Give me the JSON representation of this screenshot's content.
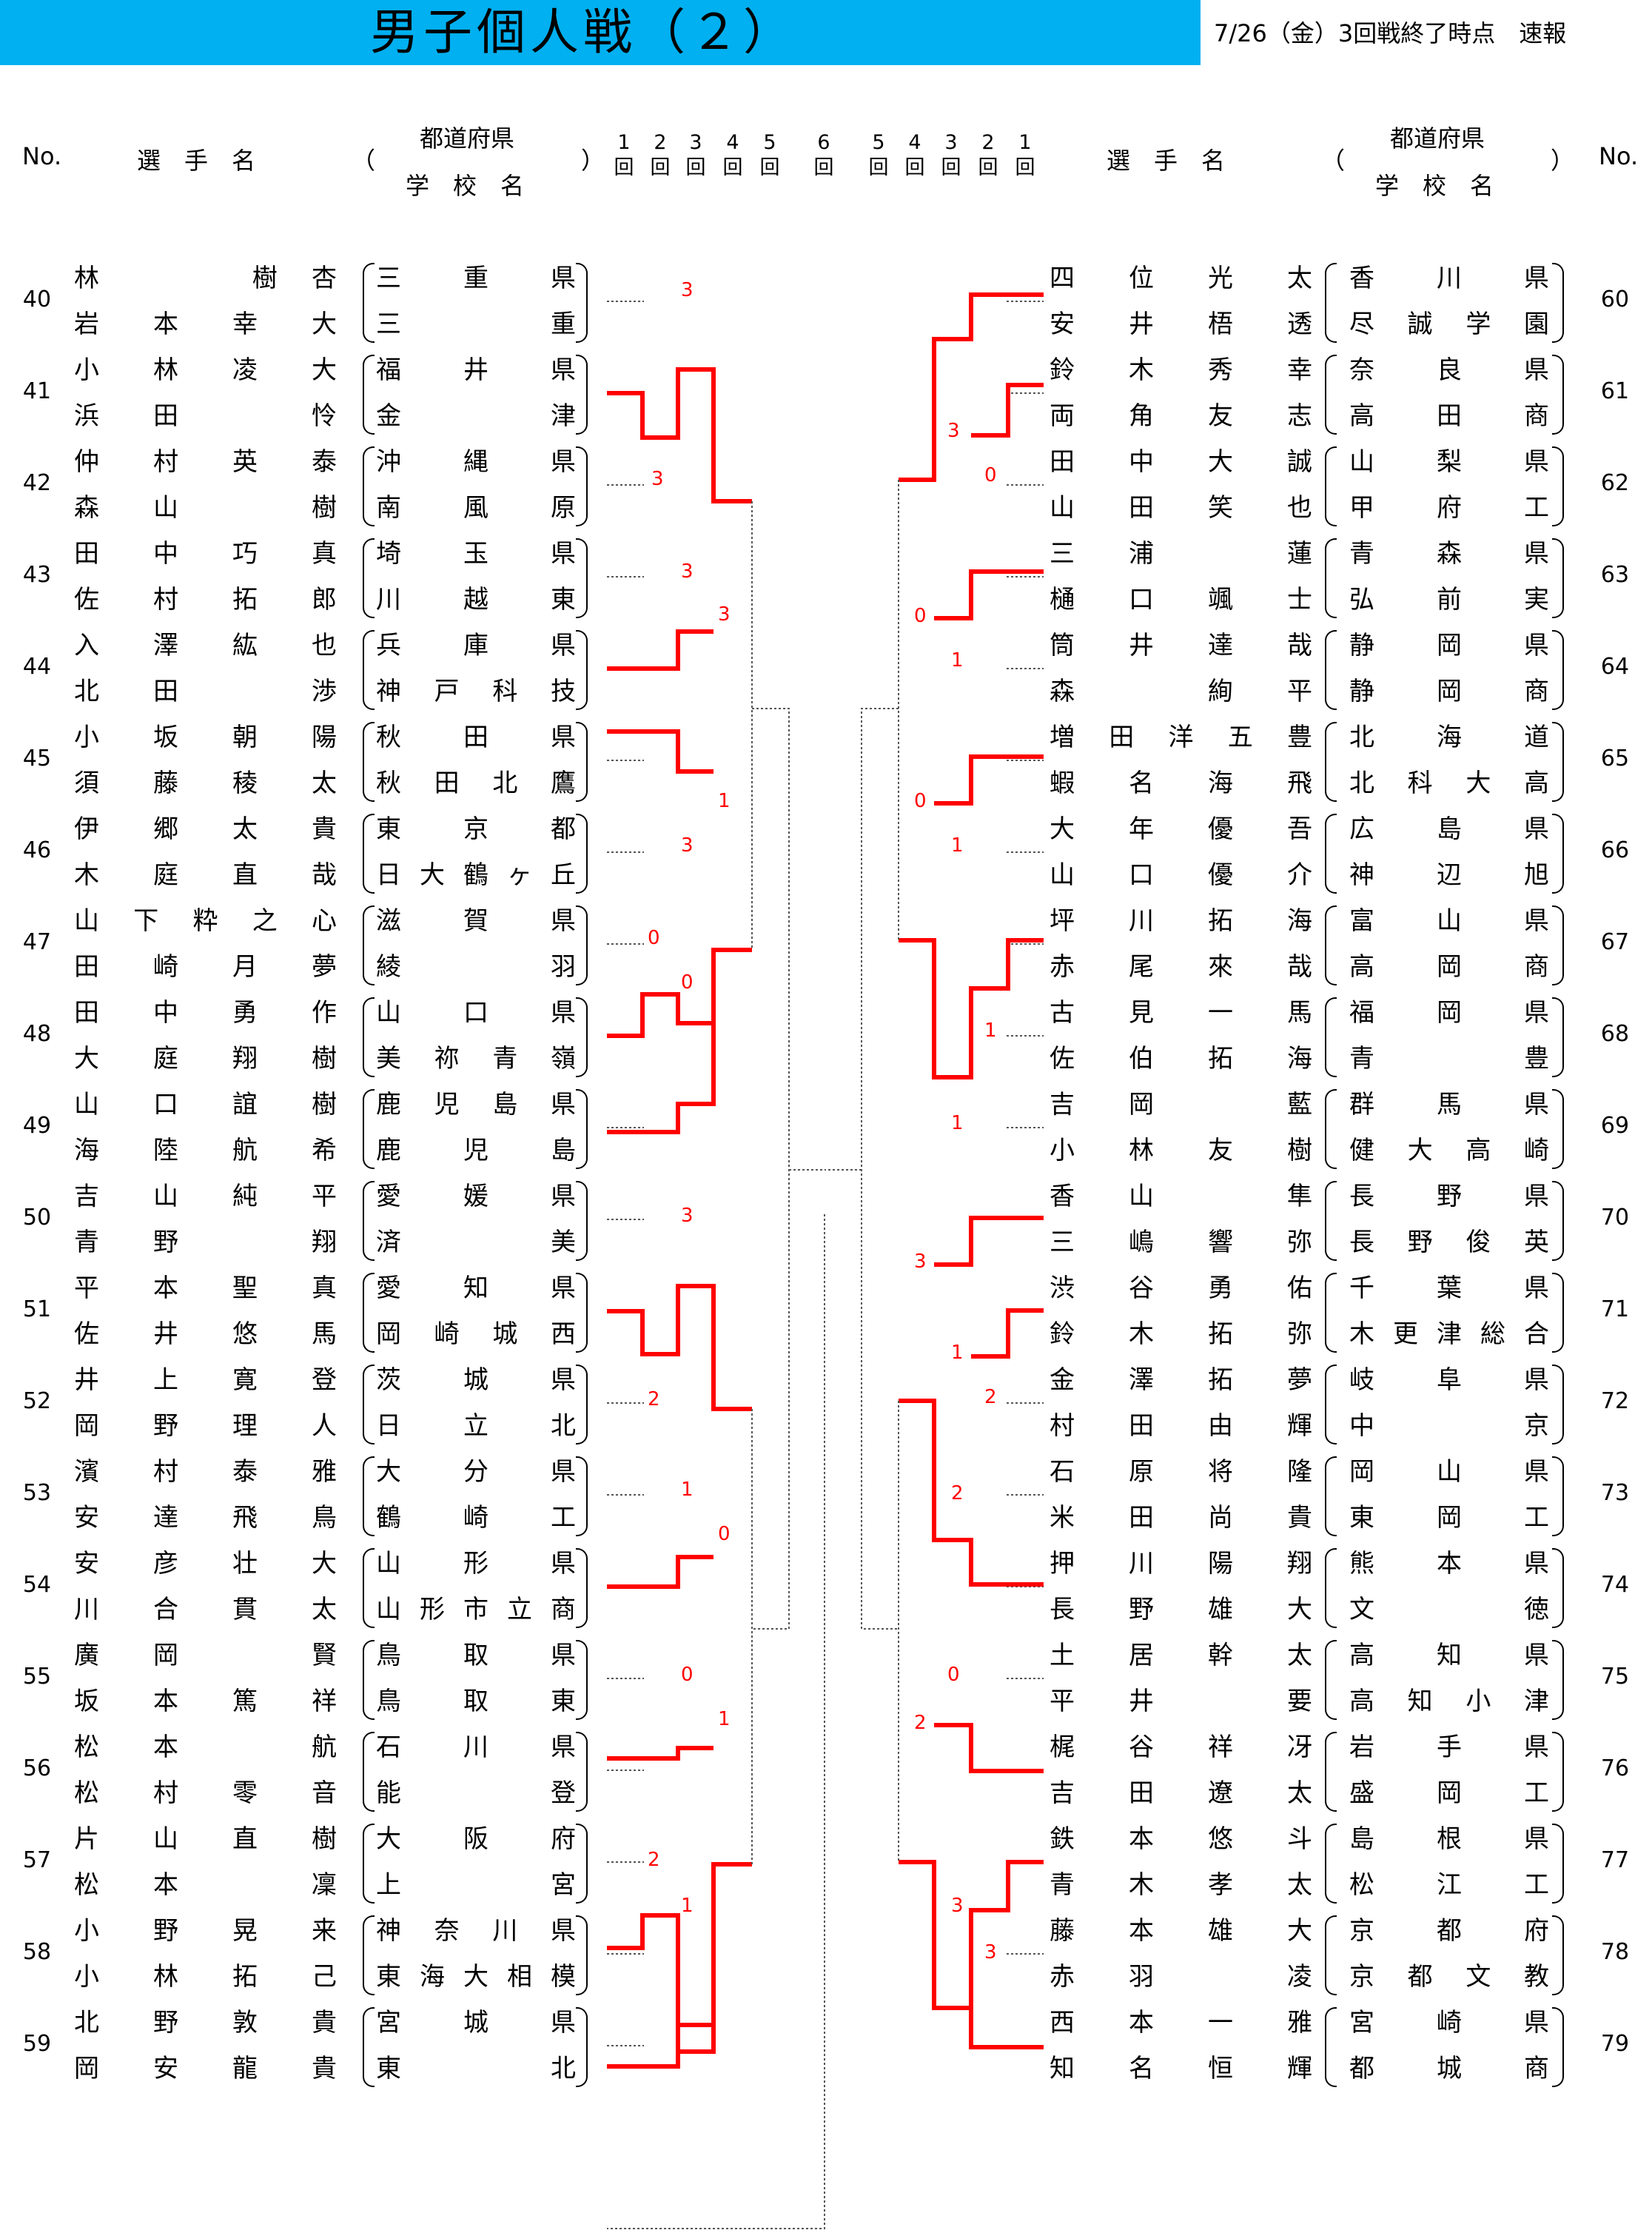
{
  "title": "男子個人戦（２）",
  "report_date": "7/26（金）3回戦終了時点　速報",
  "header": {
    "no": "No.",
    "player_name": "選　手　名",
    "paren_open": "（",
    "paren_close": "）",
    "prefecture": "都道府県",
    "school": "学　校　名",
    "rounds_left": [
      "1回",
      "2回",
      "3回",
      "4回",
      "5回"
    ],
    "round6": "6回",
    "rounds_right": [
      "5回",
      "4回",
      "3回",
      "2回",
      "1回"
    ]
  },
  "colors": {
    "title_bar": "#00b0f0",
    "win_line": "#ff0000",
    "score_text": "#ff0000"
  },
  "left_seeds": [
    {
      "no": "40",
      "players": [
        {
          "name": "林　　樹杏",
          "pref": "三重県"
        },
        {
          "name": "岩本幸大",
          "pref": "三重"
        }
      ]
    },
    {
      "no": "41",
      "players": [
        {
          "name": "小林凌大",
          "pref": "福井県"
        },
        {
          "name": "浜田　怜",
          "pref": "金津"
        }
      ]
    },
    {
      "no": "42",
      "players": [
        {
          "name": "仲村英泰",
          "pref": "沖縄県"
        },
        {
          "name": "森山　樹",
          "pref": "南風原"
        }
      ]
    },
    {
      "no": "43",
      "players": [
        {
          "name": "田中巧真",
          "pref": "埼玉県"
        },
        {
          "name": "佐村拓郎",
          "pref": "川越東"
        }
      ]
    },
    {
      "no": "44",
      "players": [
        {
          "name": "入澤紘也",
          "pref": "兵庫県"
        },
        {
          "name": "北田　渉",
          "pref": "神戸科技"
        }
      ]
    },
    {
      "no": "45",
      "players": [
        {
          "name": "小坂朝陽",
          "pref": "秋田県"
        },
        {
          "name": "須藤稜太",
          "pref": "秋田北鷹"
        }
      ]
    },
    {
      "no": "46",
      "players": [
        {
          "name": "伊郷太貴",
          "pref": "東京都"
        },
        {
          "name": "木庭直哉",
          "pref": "日大鶴ヶ丘"
        }
      ]
    },
    {
      "no": "47",
      "players": [
        {
          "name": "山下粋之心",
          "pref": "滋賀県"
        },
        {
          "name": "田崎月夢",
          "pref": "綾羽"
        }
      ]
    },
    {
      "no": "48",
      "players": [
        {
          "name": "田中勇作",
          "pref": "山口県"
        },
        {
          "name": "大庭翔樹",
          "pref": "美祢青嶺"
        }
      ]
    },
    {
      "no": "49",
      "players": [
        {
          "name": "山口誼樹",
          "pref": "鹿児島県"
        },
        {
          "name": "海陸航希",
          "pref": "鹿児島"
        }
      ]
    },
    {
      "no": "50",
      "players": [
        {
          "name": "吉山純平",
          "pref": "愛媛県"
        },
        {
          "name": "青野　翔",
          "pref": "済美"
        }
      ]
    },
    {
      "no": "51",
      "players": [
        {
          "name": "平本聖真",
          "pref": "愛知県"
        },
        {
          "name": "佐井悠馬",
          "pref": "岡崎城西"
        }
      ]
    },
    {
      "no": "52",
      "players": [
        {
          "name": "井上寛登",
          "pref": "茨城県"
        },
        {
          "name": "岡野理人",
          "pref": "日立北"
        }
      ]
    },
    {
      "no": "53",
      "players": [
        {
          "name": "濱村泰雅",
          "pref": "大分県"
        },
        {
          "name": "安達飛鳥",
          "pref": "鶴崎工"
        }
      ]
    },
    {
      "no": "54",
      "players": [
        {
          "name": "安彦壮大",
          "pref": "山形県"
        },
        {
          "name": "川合貫太",
          "pref": "山形市立商"
        }
      ]
    },
    {
      "no": "55",
      "players": [
        {
          "name": "廣岡　賢",
          "pref": "鳥取県"
        },
        {
          "name": "坂本篤祥",
          "pref": "鳥取東"
        }
      ]
    },
    {
      "no": "56",
      "players": [
        {
          "name": "松本　航",
          "pref": "石川県"
        },
        {
          "name": "松村零音",
          "pref": "能登"
        }
      ]
    },
    {
      "no": "57",
      "players": [
        {
          "name": "片山直樹",
          "pref": "大阪府"
        },
        {
          "name": "松本　凜",
          "pref": "上宮"
        }
      ]
    },
    {
      "no": "58",
      "players": [
        {
          "name": "小野晃来",
          "pref": "神奈川県"
        },
        {
          "name": "小林拓己",
          "pref": "東海大相模"
        }
      ]
    },
    {
      "no": "59",
      "players": [
        {
          "name": "北野敦貴",
          "pref": "宮城県"
        },
        {
          "name": "岡安龍貴",
          "pref": "東北"
        }
      ]
    }
  ],
  "right_seeds": [
    {
      "no": "60",
      "players": [
        {
          "name": "四位光太",
          "pref": "香川県"
        },
        {
          "name": "安井梧透",
          "pref": "尽誠学園"
        }
      ]
    },
    {
      "no": "61",
      "players": [
        {
          "name": "鈴木秀幸",
          "pref": "奈良県"
        },
        {
          "name": "両角友志",
          "pref": "高田商"
        }
      ]
    },
    {
      "no": "62",
      "players": [
        {
          "name": "田中大誠",
          "pref": "山梨県"
        },
        {
          "name": "山田笑也",
          "pref": "甲府工"
        }
      ]
    },
    {
      "no": "63",
      "players": [
        {
          "name": "三浦　蓮",
          "pref": "青森県"
        },
        {
          "name": "樋口颯士",
          "pref": "弘前実"
        }
      ]
    },
    {
      "no": "64",
      "players": [
        {
          "name": "筒井達哉",
          "pref": "静岡県"
        },
        {
          "name": "森　絢平",
          "pref": "静岡商"
        }
      ]
    },
    {
      "no": "65",
      "players": [
        {
          "name": "増田洋五豊",
          "pref": "北海道"
        },
        {
          "name": "蝦名海飛",
          "pref": "北科大高"
        }
      ]
    },
    {
      "no": "66",
      "players": [
        {
          "name": "大年優吾",
          "pref": "広島県"
        },
        {
          "name": "山口優介",
          "pref": "神辺旭"
        }
      ]
    },
    {
      "no": "67",
      "players": [
        {
          "name": "坪川拓海",
          "pref": "富山県"
        },
        {
          "name": "赤尾來哉",
          "pref": "高岡商"
        }
      ]
    },
    {
      "no": "68",
      "players": [
        {
          "name": "古見一馬",
          "pref": "福岡県"
        },
        {
          "name": "佐伯拓海",
          "pref": "青豊"
        }
      ]
    },
    {
      "no": "69",
      "players": [
        {
          "name": "吉岡　藍",
          "pref": "群馬県"
        },
        {
          "name": "小林友樹",
          "pref": "健大高崎"
        }
      ]
    },
    {
      "no": "70",
      "players": [
        {
          "name": "香山　隼",
          "pref": "長野県"
        },
        {
          "name": "三嶋響弥",
          "pref": "長野俊英"
        }
      ]
    },
    {
      "no": "71",
      "players": [
        {
          "name": "渋谷勇佑",
          "pref": "千葉県"
        },
        {
          "name": "鈴木拓弥",
          "pref": "木更津総合"
        }
      ]
    },
    {
      "no": "72",
      "players": [
        {
          "name": "金澤拓夢",
          "pref": "岐阜県"
        },
        {
          "name": "村田由輝",
          "pref": "中京"
        }
      ]
    },
    {
      "no": "73",
      "players": [
        {
          "name": "石原将隆",
          "pref": "岡山県"
        },
        {
          "name": "米田尚貴",
          "pref": "東岡工"
        }
      ]
    },
    {
      "no": "74",
      "players": [
        {
          "name": "押川陽翔",
          "pref": "熊本県"
        },
        {
          "name": "長野雄大",
          "pref": "文徳"
        }
      ]
    },
    {
      "no": "75",
      "players": [
        {
          "name": "土居幹太",
          "pref": "高知県"
        },
        {
          "name": "平井　要",
          "pref": "高知小津"
        }
      ]
    },
    {
      "no": "76",
      "players": [
        {
          "name": "梶谷祥冴",
          "pref": "岩手県"
        },
        {
          "name": "吉田遼太",
          "pref": "盛岡工"
        }
      ]
    },
    {
      "no": "77",
      "players": [
        {
          "name": "鉄本悠斗",
          "pref": "島根県"
        },
        {
          "name": "青木孝太",
          "pref": "松江工"
        }
      ]
    },
    {
      "no": "78",
      "players": [
        {
          "name": "藤本雄大",
          "pref": "京都府"
        },
        {
          "name": "赤羽　凌",
          "pref": "京都文教"
        }
      ]
    },
    {
      "no": "79",
      "players": [
        {
          "name": "西本一雅",
          "pref": "宮崎県"
        },
        {
          "name": "知名恒輝",
          "pref": "都城商"
        }
      ]
    }
  ],
  "scores_left": [
    "3",
    "3",
    "3",
    "3",
    "1",
    "3",
    "0",
    "0",
    "3",
    "2",
    "1",
    "0",
    "0",
    "1",
    "2",
    "1"
  ],
  "scores_right": [
    "3",
    "0",
    "0",
    "1",
    "0",
    "1",
    "1",
    "1",
    "3",
    "1",
    "2",
    "2",
    "0",
    "2",
    "3",
    "3"
  ]
}
